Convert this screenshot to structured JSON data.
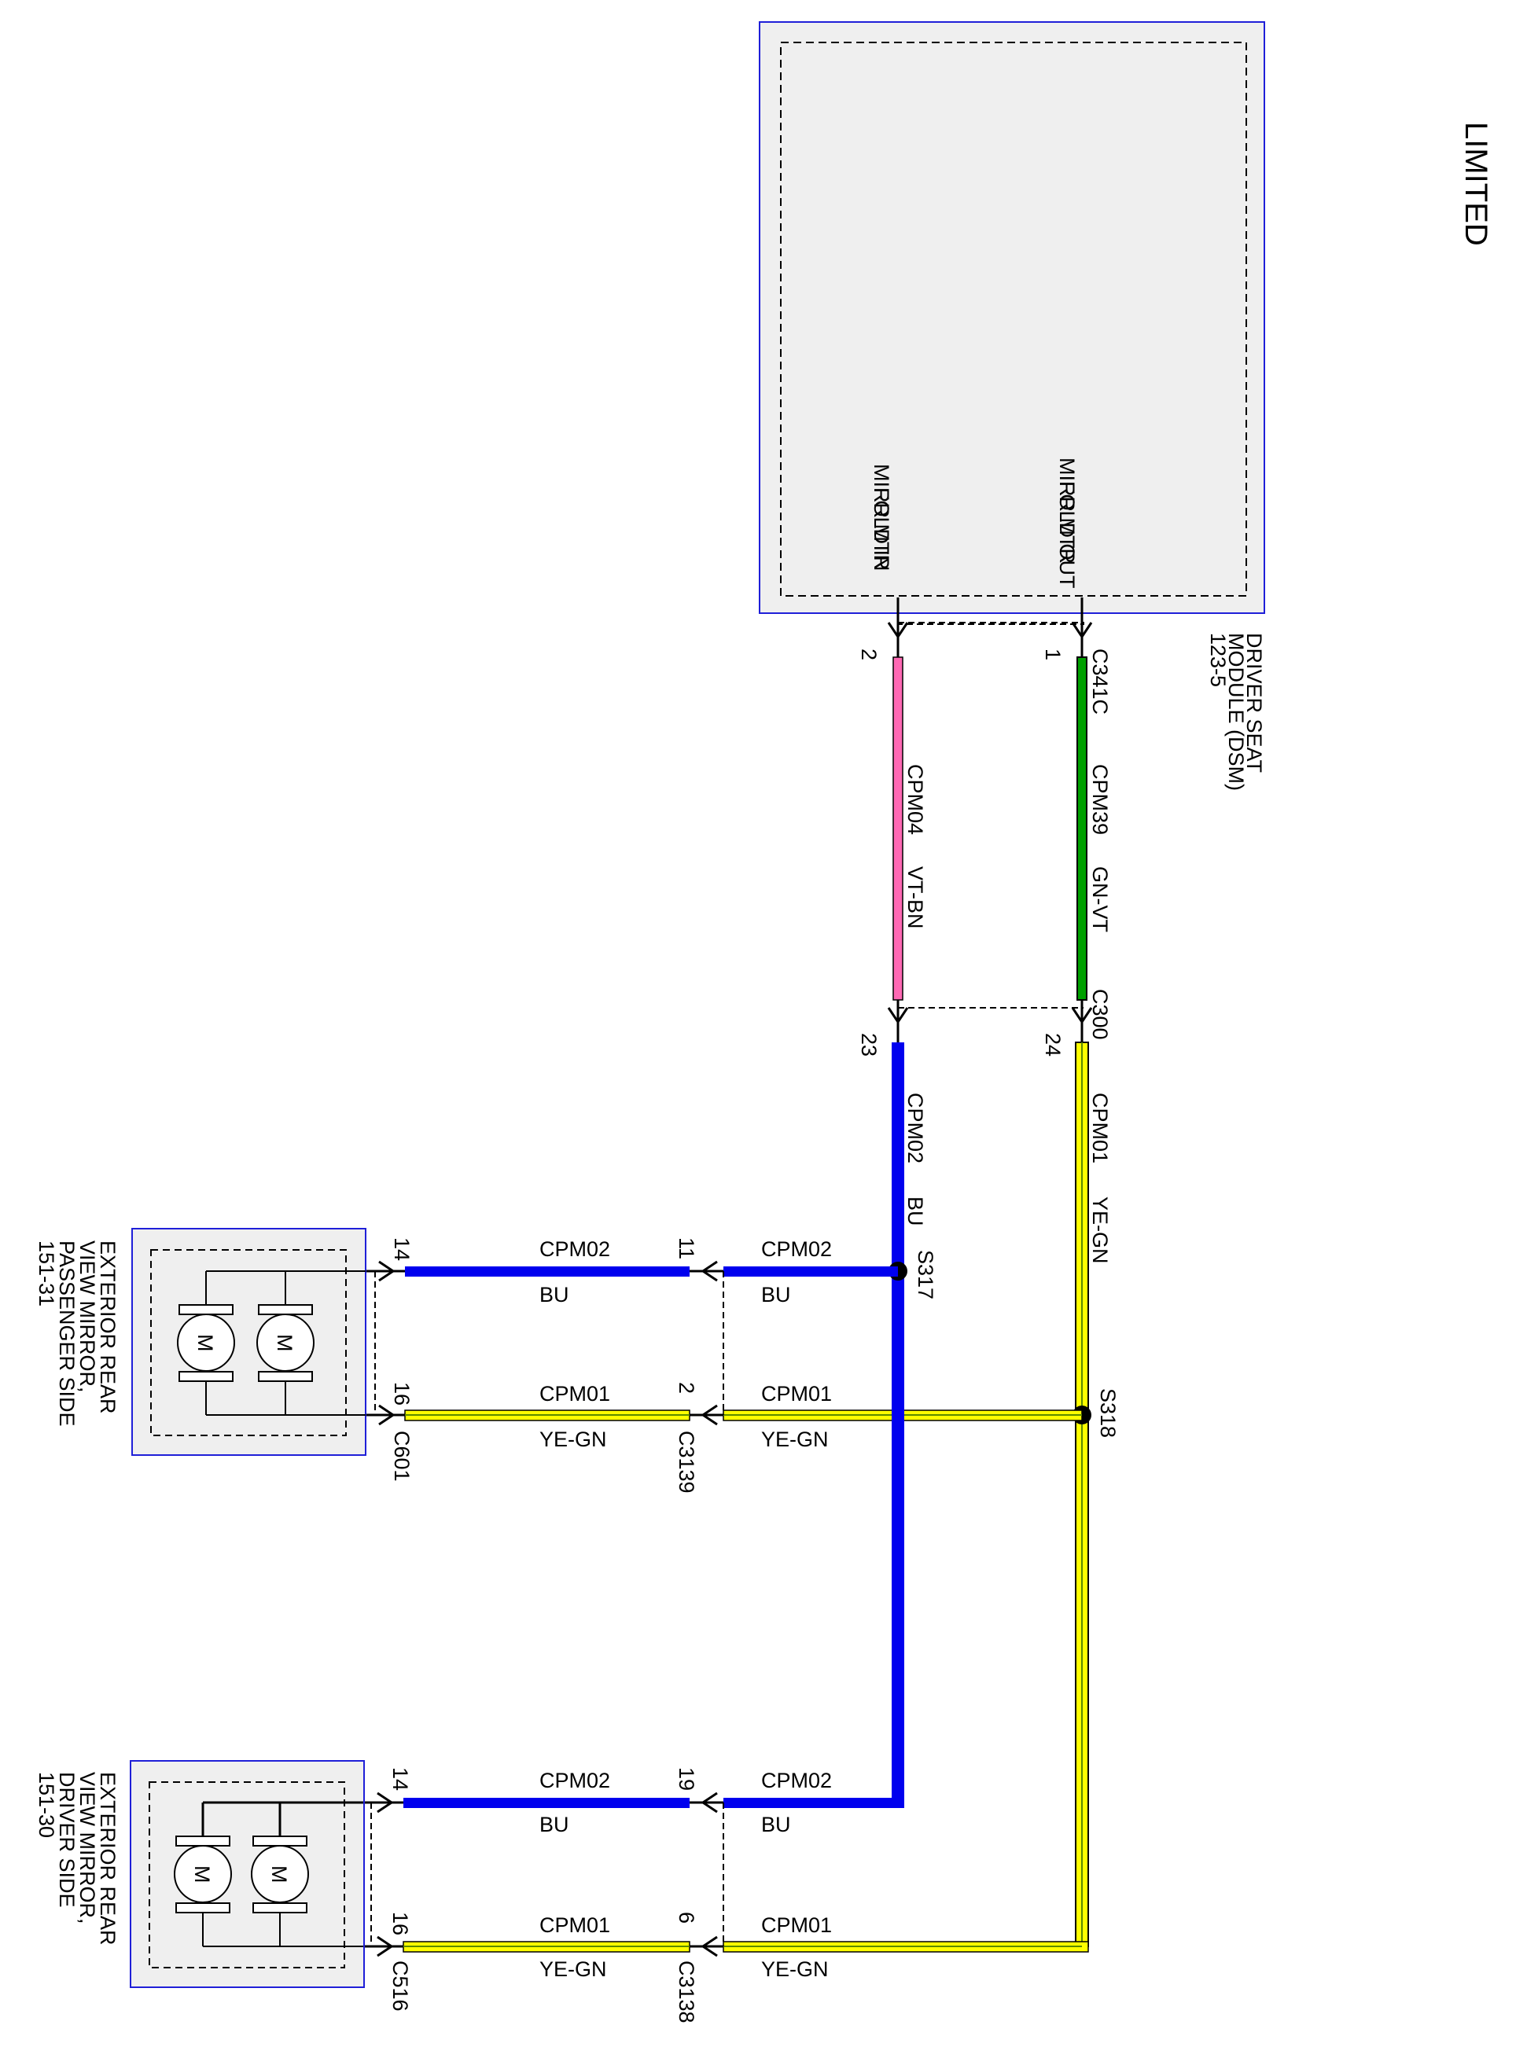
{
  "variant_label": "LIMITED",
  "colors": {
    "module_border": "#1f1fd8",
    "module_fill": "#efefef",
    "wire_blue": "#0000ee",
    "wire_yellow": "#ffff00",
    "wire_green": "#00a000",
    "wire_pink": "#ff69b4",
    "ink": "#000000"
  },
  "dsm": {
    "name_lines": [
      "DRIVER SEAT",
      "MODULE (DSM)",
      "123-5"
    ],
    "pin_fold_out": [
      "MIRR MTR",
      "FOLD OUT"
    ],
    "pin_fold_in": [
      "MIRR MTR",
      "FOLD IN"
    ],
    "connector_top": "C341C",
    "pin_1": "1",
    "pin_2": "2",
    "connector_mid": "C300",
    "pin_24": "24",
    "pin_23": "23"
  },
  "circuits": {
    "cpm39": "CPM39",
    "gn_vt": "GN-VT",
    "cpm04": "CPM04",
    "vt_bn": "VT-BN",
    "cpm01": "CPM01",
    "ye_gn": "YE-GN",
    "cpm02": "CPM02",
    "bu": "BU"
  },
  "splices": {
    "s317": "S317",
    "s318": "S318"
  },
  "passenger_branch": {
    "inline_connector": "C3139",
    "inline_pin_bu": "11",
    "inline_pin_ye": "2",
    "mirror_connector": "C601",
    "mirror_pin_bu": "14",
    "mirror_pin_ye": "16",
    "wire_labels": {
      "bu_left_code": "CPM02",
      "bu_left_color": "BU",
      "bu_right_code": "CPM02",
      "bu_right_color": "BU",
      "ye_left_code": "CPM01",
      "ye_left_color": "YE-GN",
      "ye_right_code": "CPM01",
      "ye_right_color": "YE-GN"
    },
    "mirror_name_lines": [
      "EXTERIOR REAR",
      "VIEW MIRROR,",
      "PASSENGER SIDE",
      "151-31"
    ],
    "motor_label": "M"
  },
  "driver_branch": {
    "inline_connector": "C3138",
    "inline_pin_bu": "19",
    "inline_pin_ye": "6",
    "mirror_connector": "C516",
    "mirror_pin_bu": "14",
    "mirror_pin_ye": "16",
    "wire_labels": {
      "bu_left_code": "CPM02",
      "bu_left_color": "BU",
      "bu_right_code": "CPM02",
      "bu_right_color": "BU",
      "ye_left_code": "CPM01",
      "ye_left_color": "YE-GN",
      "ye_right_code": "CPM01",
      "ye_right_color": "YE-GN"
    },
    "mirror_name_lines": [
      "EXTERIOR REAR",
      "VIEW MIRROR,",
      "DRIVER SIDE",
      "151-30"
    ],
    "motor_label": "M"
  }
}
